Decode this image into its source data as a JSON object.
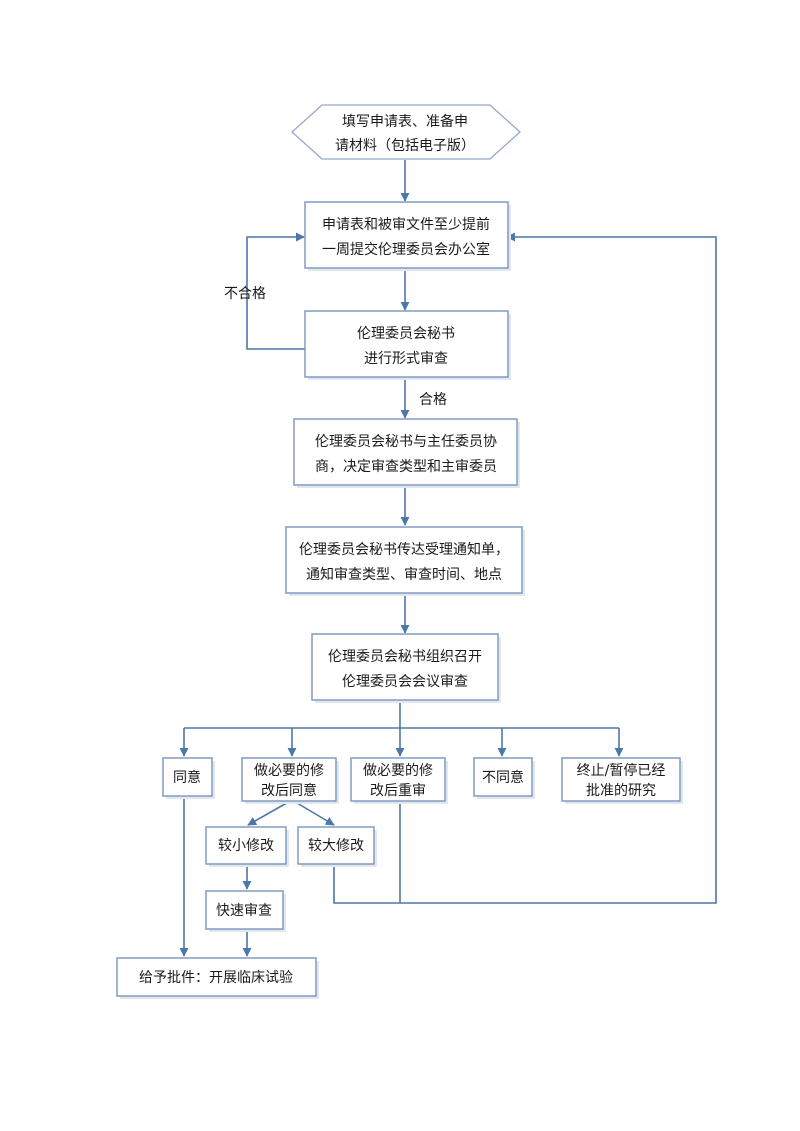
{
  "nodes": {
    "start_l1": "填写申请表、准备申",
    "start_l2": "请材料（包括电子版）",
    "submit_l1": "申请表和被审文件至少提前",
    "submit_l2": "一周提交伦理委员会办公室",
    "formal_l1": "伦理委员会秘书",
    "formal_l2": "进行形式审查",
    "decide_l1": "伦理委员会秘书与主任委员协",
    "decide_l2": "商，决定审查类型和主审委员",
    "notify_l1": "伦理委员会秘书传达受理通知单，",
    "notify_l2": "通知审查类型、审查时间、地点",
    "meeting_l1": "伦理委员会秘书组织召开",
    "meeting_l2": "伦理委员会会议审查",
    "agree": "同意",
    "modify_agree_l1": "做必要的修",
    "modify_agree_l2": "改后同意",
    "modify_review_l1": "做必要的修",
    "modify_review_l2": "改后重审",
    "disagree": "不同意",
    "terminate_l1": "终止/暂停已经",
    "terminate_l2": "批准的研究",
    "minor": "较小修改",
    "major": "较大修改",
    "fast": "快速审查",
    "approve": "给予批件：开展临床试验"
  },
  "edges": {
    "fail": "不合格",
    "pass": "合格"
  },
  "colors": {
    "line": "#4f76a8",
    "box_border": "#7f9bc2"
  }
}
